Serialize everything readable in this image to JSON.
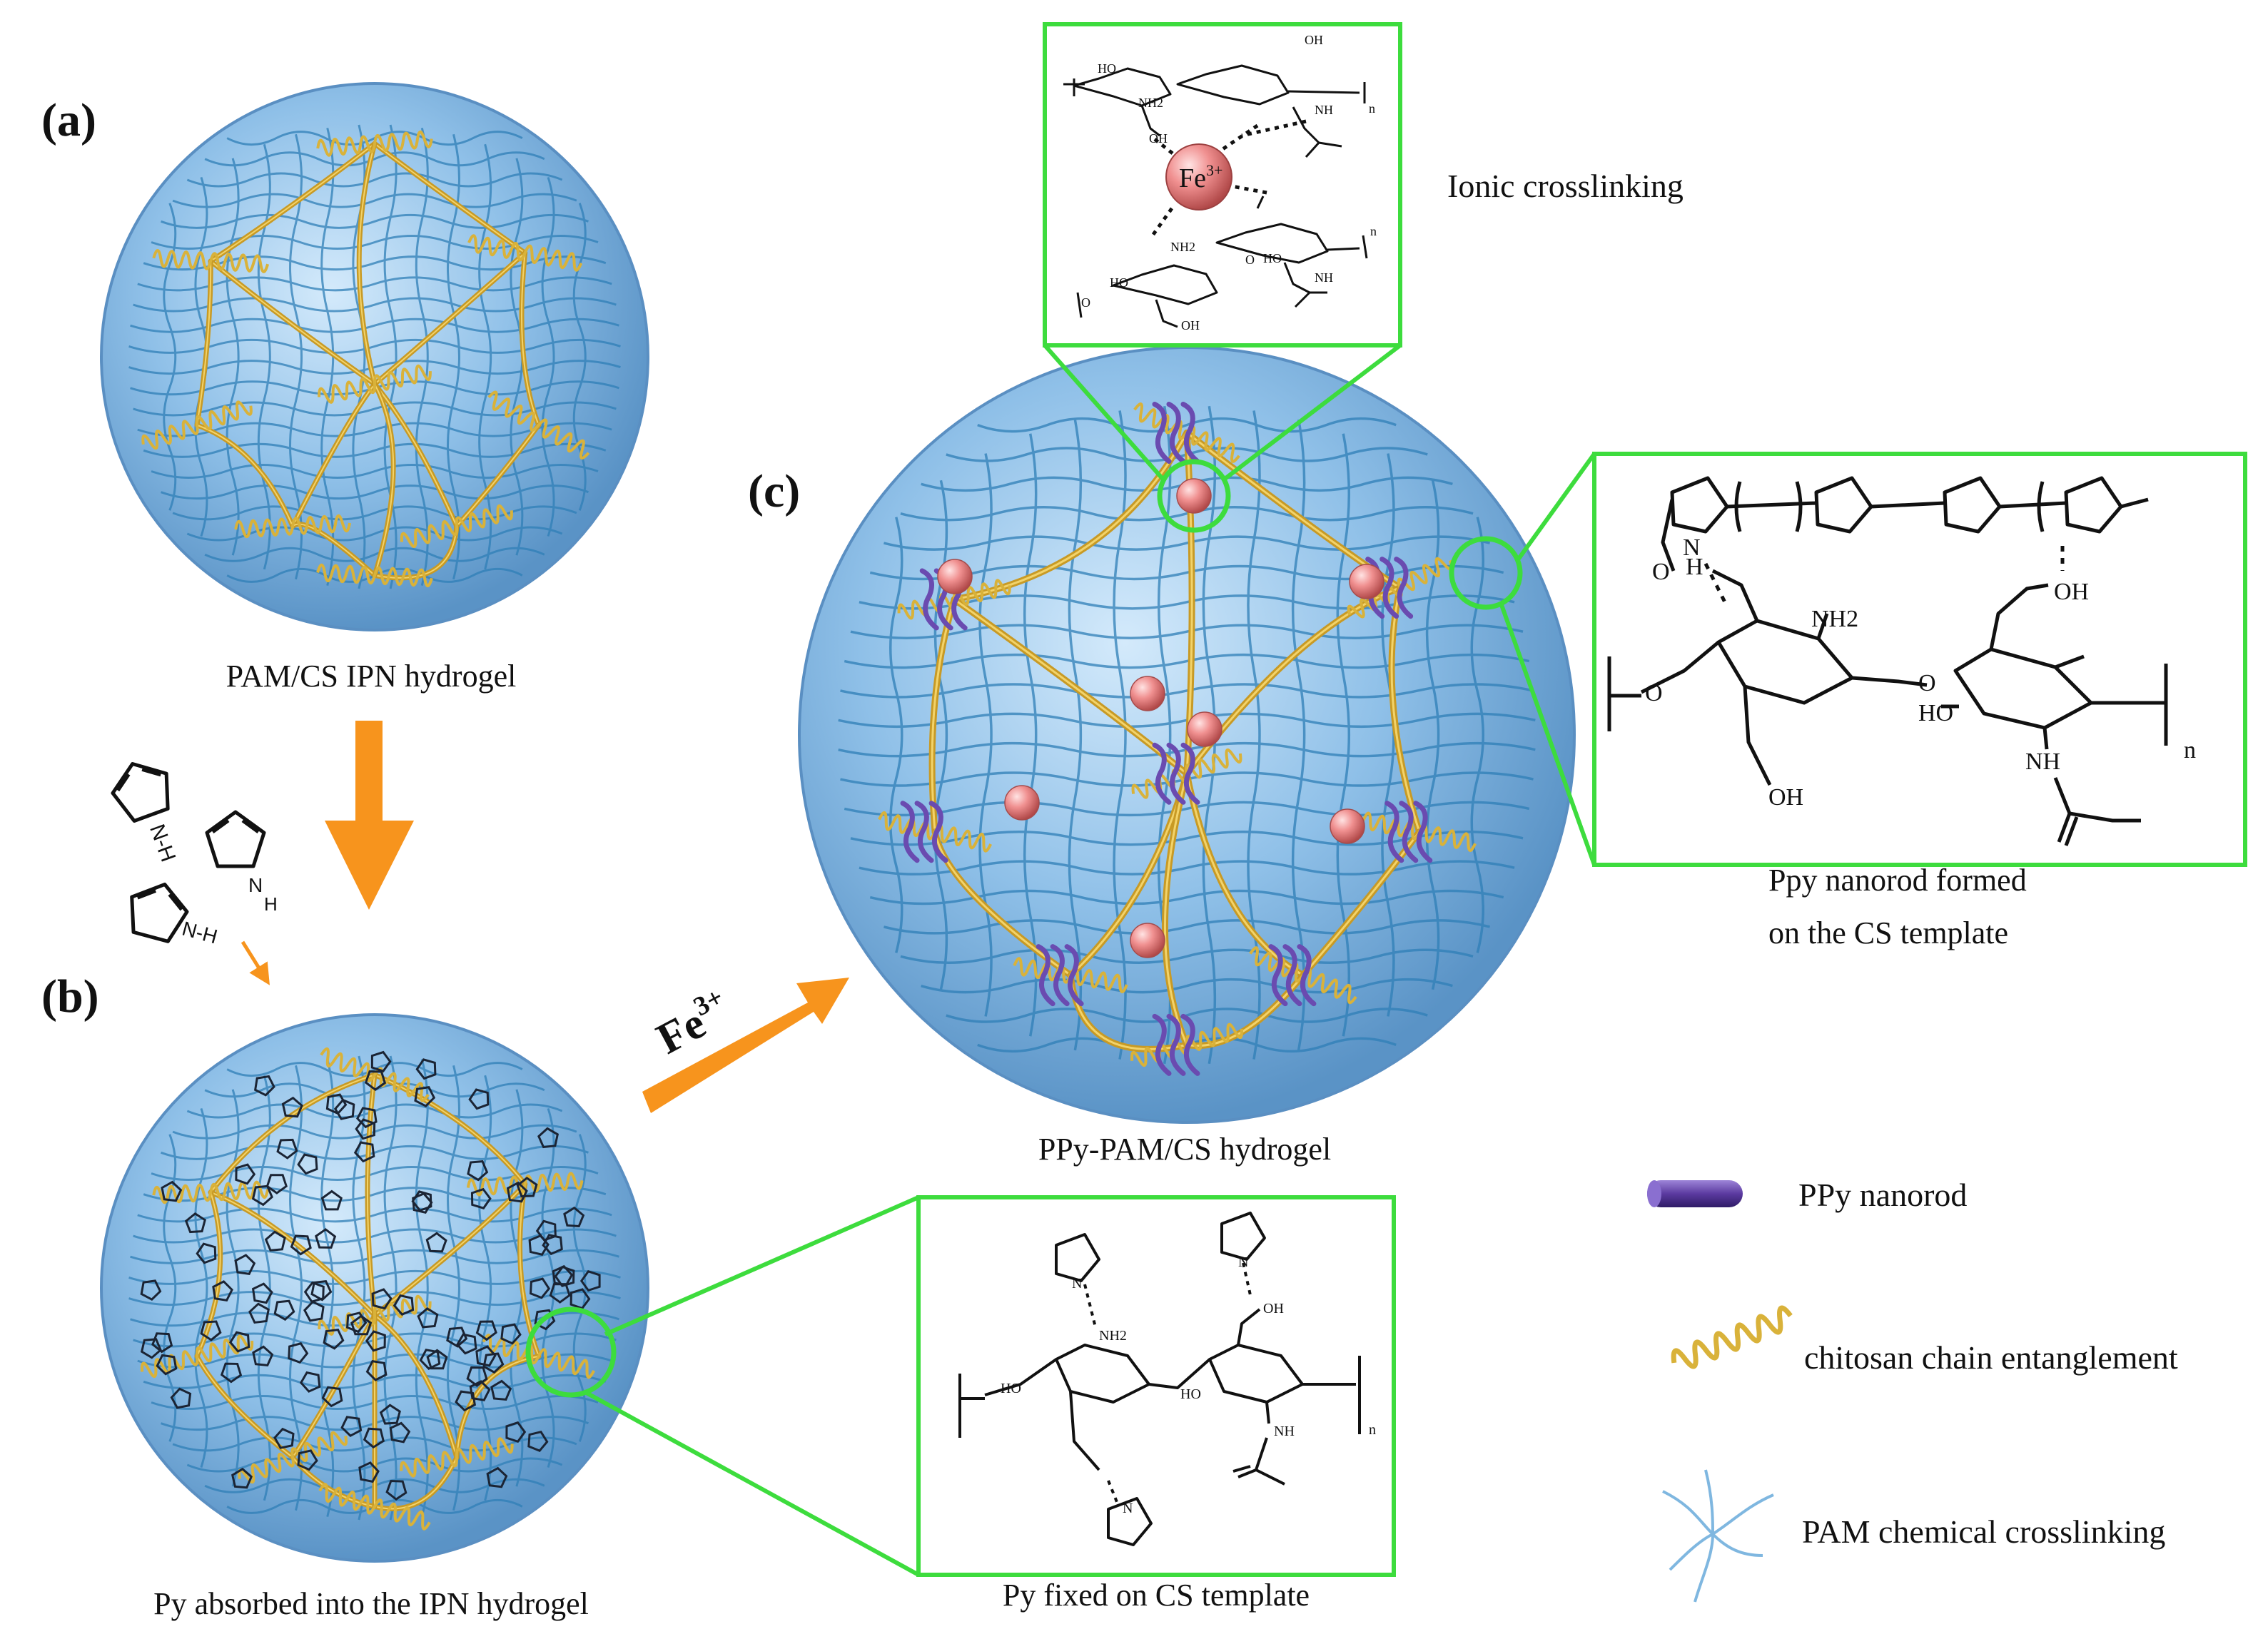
{
  "panels": {
    "a": {
      "letter": "(a)",
      "caption": "PAM/CS IPN hydrogel"
    },
    "b": {
      "letter": "(b)",
      "caption": "Py absorbed into the IPN hydrogel"
    },
    "c": {
      "letter": "(c)",
      "caption": "PPy-PAM/CS hydrogel"
    }
  },
  "arrow_label": {
    "base": "Fe",
    "sup": "3+"
  },
  "insets": {
    "ionic": {
      "label": "Ionic crosslinking",
      "ion": {
        "base": "Fe",
        "sup": "3+"
      },
      "groups": [
        "HO",
        "NH2",
        "OH",
        "NH",
        "n",
        "OH",
        "NH2",
        "HO",
        "NH",
        "HO",
        "OH",
        "n",
        "O",
        "O"
      ]
    },
    "ppy": {
      "caption_line1": "Ppy nanorod formed",
      "caption_line2": "on the CS template",
      "groups": [
        "NH2",
        "OH",
        "HO",
        "NH",
        "OH",
        "O",
        "O",
        "O",
        "n"
      ],
      "pyrrole_nh": [
        "N",
        "H"
      ]
    },
    "py": {
      "caption": "Py fixed on CS template",
      "groups": [
        "NH2",
        "OH",
        "HO",
        "HO",
        "NH",
        "N",
        "N",
        "N",
        "n"
      ]
    }
  },
  "legend": [
    {
      "label": "PPy nanorod",
      "icon": "purple-rod-icon"
    },
    {
      "label": "chitosan chain entanglement",
      "icon": "yellow-coil-icon"
    },
    {
      "label": "PAM chemical crosslinking",
      "icon": "blue-crosslink-icon"
    }
  ],
  "colors": {
    "sphere_fill": "#8dbde6",
    "sphere_edge": "#5f96c9",
    "pam_network": "#2f7fb7",
    "chitosan": "#d9b23a",
    "ppy": "#6a4bb0",
    "fe_ion": "#f08a8a",
    "arrow": "#f7941d",
    "inset_border": "#3ddc3d"
  }
}
